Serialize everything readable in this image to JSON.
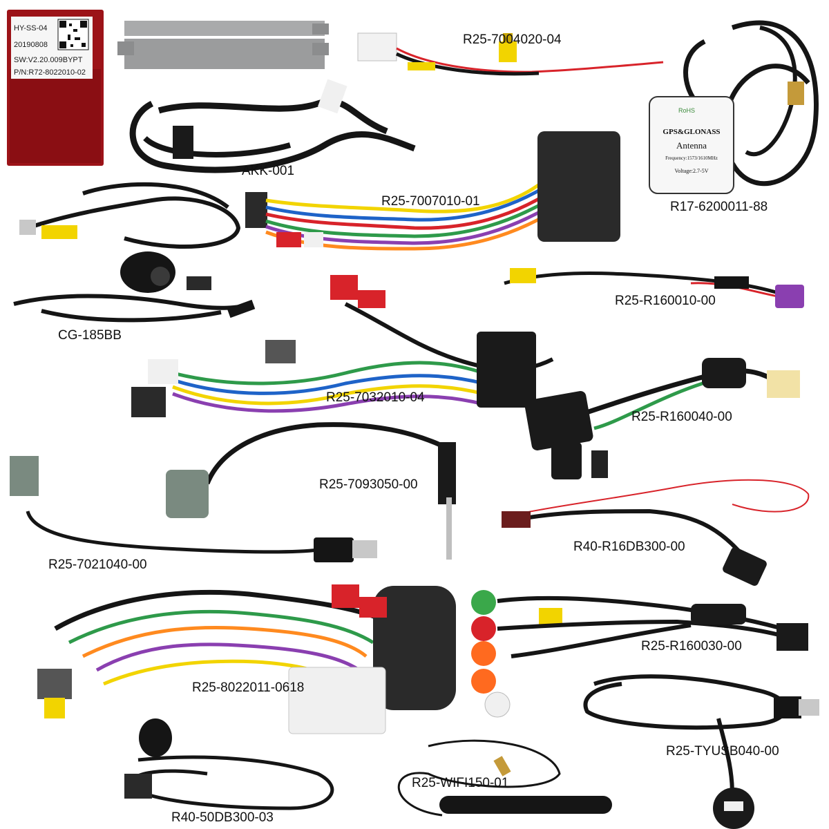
{
  "module": {
    "model": "HY-SS-04",
    "date": "20190808",
    "software": "SW:V2.20.009BYPT",
    "part_number": "P/N:R72-8022010-02"
  },
  "gps_antenna": {
    "rohs": "RoHS",
    "title": "GPS&GLONASS",
    "subtitle": "Antenna",
    "frequency": "Frequency:1573/1610MHz",
    "voltage": "Voltage:2.7-5V"
  },
  "labels": {
    "r25_7004020_04": "R25-7004020-04",
    "akk_001": "AKK-001",
    "r17_6200011_88": "R17-6200011-88",
    "r25_7007010_01": "R25-7007010-01",
    "cg_185bb": "CG-185BB",
    "r25_r160010_00": "R25-R160010-00",
    "r25_7032010_04": "R25-7032010-04",
    "r25_r160040_00": "R25-R160040-00",
    "r25_7093050_00": "R25-7093050-00",
    "r40_r16db300_00": "R40-R16DB300-00",
    "r25_7021040_00": "R25-7021040-00",
    "r25_r160030_00": "R25-R160030-00",
    "r25_8022011_0618": "R25-8022011-0618",
    "r25_tyusb040_00": "R25-TYUSB040-00",
    "r25_wifi150_01": "R25-WIFI150-01",
    "r40_50db300_03": "R40-50DB300-03"
  },
  "colors": {
    "cable": "#151515",
    "red": "#d8232a",
    "yellow": "#f2d400",
    "white_plug": "#f2f2f2",
    "foam": "#2a2a2a",
    "module_red": "#9c1318",
    "bracket": "#a9aaab"
  }
}
